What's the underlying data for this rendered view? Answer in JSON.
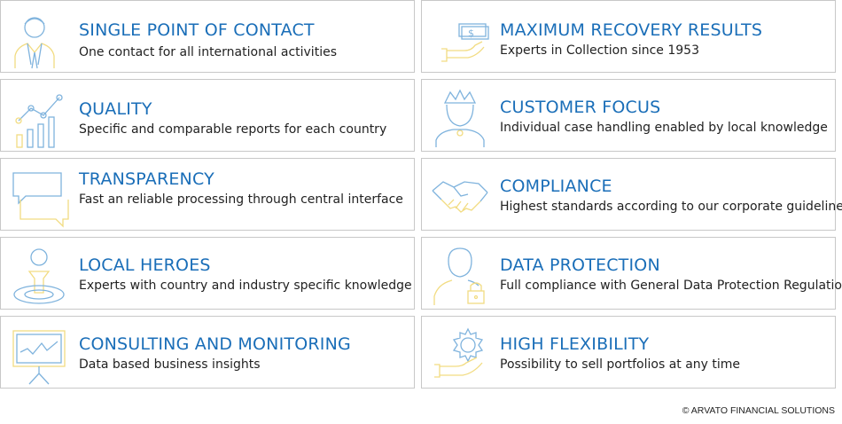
{
  "features": [
    {
      "id": "single-point-of-contact",
      "title": "SINGLE POINT OF CONTACT",
      "desc": "One contact for all international activities",
      "icon": "person-suit-icon"
    },
    {
      "id": "maximum-recovery-results",
      "title": "MAXIMUM RECOVERY RESULTS",
      "desc": "Experts in Collection since 1953",
      "icon": "money-hand-icon"
    },
    {
      "id": "quality",
      "title": "QUALITY",
      "desc": "Specific and comparable reports for each country",
      "icon": "chart-growth-icon"
    },
    {
      "id": "customer-focus",
      "title": "CUSTOMER FOCUS",
      "desc": "Individual case handling enabled by local knowledge",
      "icon": "crowned-person-icon"
    },
    {
      "id": "transparency",
      "title": "TRANSPARENCY",
      "desc": "Fast an reliable processing through central interface",
      "icon": "speech-bubbles-icon"
    },
    {
      "id": "compliance",
      "title": "COMPLIANCE",
      "desc": "Highest standards according to our corporate guidelines",
      "icon": "handshake-icon"
    },
    {
      "id": "local-heroes",
      "title": "LOCAL HEROES",
      "desc": "Experts with country and industry specific knowledge",
      "icon": "person-location-icon"
    },
    {
      "id": "data-protection",
      "title": "DATA PROTECTION",
      "desc": "Full compliance with General Data Protection Regulation",
      "icon": "person-lock-icon"
    },
    {
      "id": "consulting-and-monitoring",
      "title": "CONSULTING AND MONITORING",
      "desc": "Data based business insights",
      "icon": "presentation-board-icon"
    },
    {
      "id": "high-flexibility",
      "title": "HIGH FLEXIBILITY",
      "desc": "Possibility to sell portfolios at any time",
      "icon": "gear-hand-icon"
    }
  ],
  "footer": {
    "copyright": "© ARVATO FINANCIAL SOLUTIONS"
  },
  "colors": {
    "title": "#1a6eb8",
    "icon_primary": "#7fb3dd",
    "icon_secondary": "#f2dc82",
    "border": "#c8c8c8"
  }
}
